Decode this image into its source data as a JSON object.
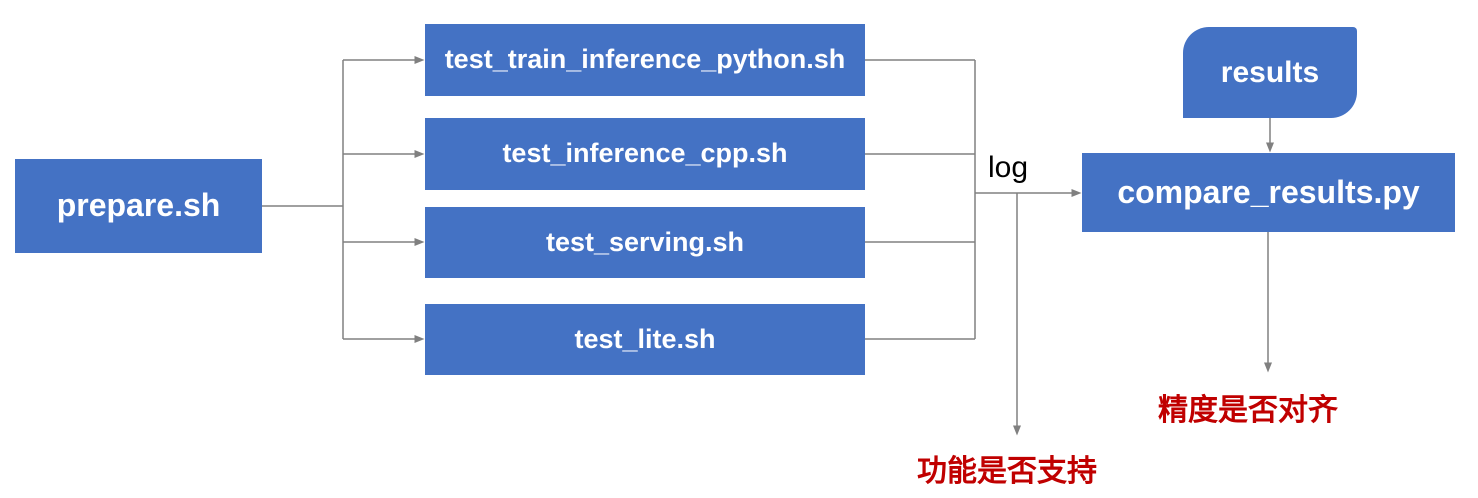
{
  "diagram": {
    "nodes": {
      "prepare": {
        "label": "prepare.sh"
      },
      "tests": [
        {
          "label": "test_train_inference_python.sh"
        },
        {
          "label": "test_inference_cpp.sh"
        },
        {
          "label": "test_serving.sh"
        },
        {
          "label": "test_lite.sh"
        }
      ],
      "results": {
        "label": "results"
      },
      "compare": {
        "label": "compare_results.py"
      }
    },
    "edge_labels": {
      "log": "log"
    },
    "annotations": {
      "function_support": "功能是否支持",
      "precision_aligned": "精度是否对齐"
    },
    "colors": {
      "node_fill": "#4472C4",
      "node_text": "#FFFFFF",
      "connector": "#808080",
      "edge_label_text": "#000000",
      "annotation_text": "#C00000",
      "background": "#FFFFFF"
    }
  }
}
